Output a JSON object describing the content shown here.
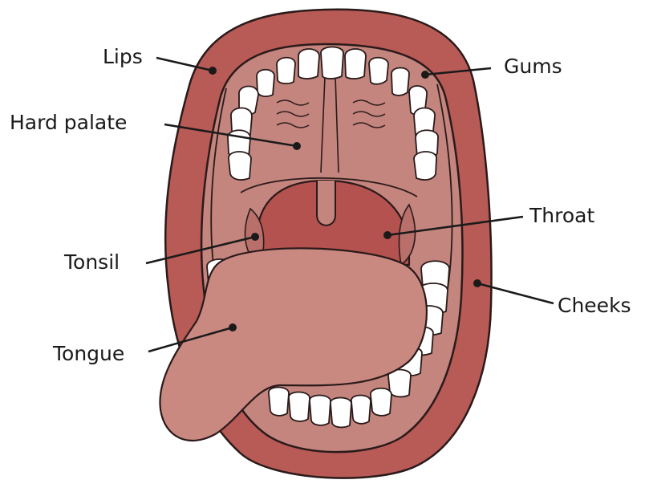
{
  "labels": {
    "lips": "Lips",
    "hard_palate": "Hard palate",
    "tonsil": "Tonsil",
    "tongue": "Tongue",
    "gums": "Gums",
    "throat": "Throat",
    "cheeks": "Cheeks"
  },
  "colors": {
    "lips": "#b85a55",
    "inner": "#c3857d",
    "throat": "#b4524f",
    "tongue": "#c98981",
    "teeth": "#ffffff",
    "outline": "#2a1a1a"
  }
}
